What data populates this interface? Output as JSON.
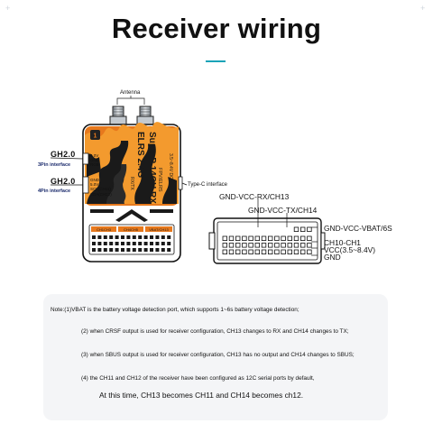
{
  "title": "Receiver wiring",
  "device": {
    "model_line1": "SuperP 14CH RX",
    "model_line2": "ELRS 2.4G",
    "tag_fpv": "FPV/ELRS",
    "tag_volt": "3.5~8.4V DC",
    "tag_amp": "RX/TX",
    "chip_label": "1"
  },
  "labels": {
    "antenna": "Antenna",
    "typec": "Type-C interface",
    "gh_top": "GH2.0",
    "gh_top_sub": "3Pin interface",
    "gh_bottom": "GH2.0",
    "gh_bottom_sub": "4Pin interface",
    "top_port_pins": [
      "5.0V",
      "GND",
      "RGB"
    ],
    "bottom_port_pins": [
      "GND",
      "5.0V",
      "SCL(CH11)",
      "SDA(CH12)"
    ],
    "slot_labels": [
      "CH1CH3",
      "CH4CH5",
      "VBAT/CH13"
    ]
  },
  "pinout": [
    "GND-VCC-RX/CH13",
    "GND-VCC-TX/CH14",
    "GND-VCC-VBAT/6S",
    "CH10-CH1",
    "VCC(3.5~8.4V)",
    "GND"
  ],
  "notes": {
    "n1": "Note:(1)VBAT is the battery voltage detection port, which supports 1~6s battery voltage detection;",
    "n2": "(2) when CRSF output is used for receiver configuration, CH13 changes to RX and CH14 changes to TX;",
    "n3": "(3) when SBUS output is used for receiver configuration, CH13 has no output and CH14 changes to SBUS;",
    "n4": "(4) the CH11 and CH12 of the receiver have been configured as 12C serial ports by default,",
    "n5": "At this time, CH13 becomes CH11 and CH14 becomes ch12."
  }
}
